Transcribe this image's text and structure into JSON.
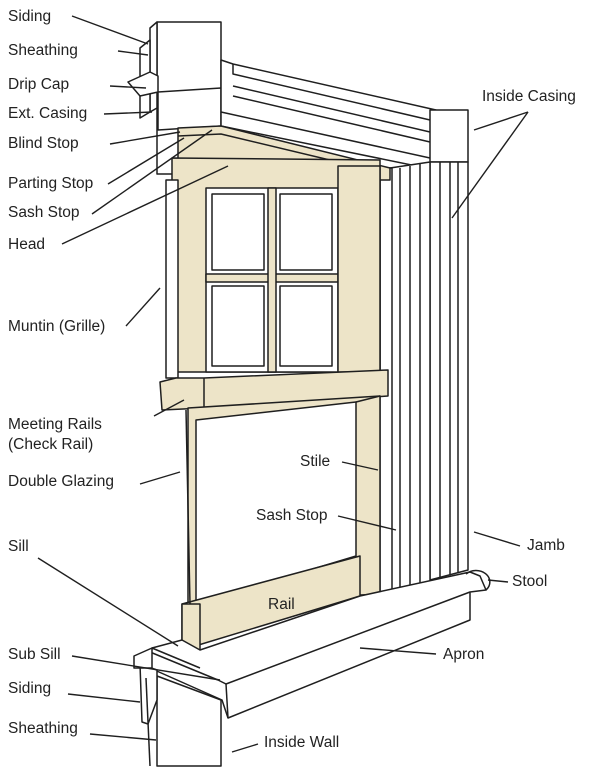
{
  "colors": {
    "wood": "#ede4c8",
    "outline": "#1f1f1f",
    "white": "#ffffff"
  },
  "labels": {
    "siding_top": "Siding",
    "sheathing_top": "Sheathing",
    "drip_cap": "Drip Cap",
    "ext_casing": "Ext. Casing",
    "blind_stop": "Blind Stop",
    "parting_stop": "Parting Stop",
    "sash_stop_top": "Sash Stop",
    "head": "Head",
    "muntin": "Muntin (Grille)",
    "meeting_rails_1": "Meeting Rails",
    "meeting_rails_2": "(Check Rail)",
    "double_glazing": "Double Glazing",
    "sill": "Sill",
    "sub_sill": "Sub Sill",
    "siding_bottom": "Siding",
    "sheathing_bottom": "Sheathing",
    "inside_casing": "Inside Casing",
    "stile": "Stile",
    "sash_stop_mid": "Sash Stop",
    "jamb": "Jamb",
    "stool": "Stool",
    "rail": "Rail",
    "apron": "Apron",
    "inside_wall": "Inside Wall"
  }
}
